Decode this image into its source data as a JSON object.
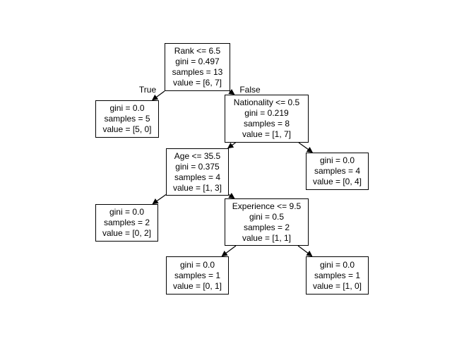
{
  "figure": {
    "background_color": "#ffffff",
    "node_fill_color": "#ffffff",
    "node_border_color": "#000000",
    "text_color": "#000000"
  },
  "edge_labels": {
    "true_branch": "True",
    "false_branch": "False"
  },
  "tree": {
    "nodes": [
      {
        "name": "root-rank",
        "lines": [
          "Rank <= 6.5",
          "gini = 0.497",
          "samples = 13",
          "value = [6, 7]"
        ]
      },
      {
        "name": "leaf-rank-true",
        "lines": [
          "gini = 0.0",
          "samples = 5",
          "value = [5, 0]"
        ]
      },
      {
        "name": "nationality",
        "lines": [
          "Nationality <= 0.5",
          "gini = 0.219",
          "samples = 8",
          "value = [1, 7]"
        ]
      },
      {
        "name": "age",
        "lines": [
          "Age <= 35.5",
          "gini = 0.375",
          "samples = 4",
          "value = [1, 3]"
        ]
      },
      {
        "name": "leaf-nationality-false",
        "lines": [
          "gini = 0.0",
          "samples = 4",
          "value = [0, 4]"
        ]
      },
      {
        "name": "leaf-age-true",
        "lines": [
          "gini = 0.0",
          "samples = 2",
          "value = [0, 2]"
        ]
      },
      {
        "name": "experience",
        "lines": [
          "Experience <= 9.5",
          "gini = 0.5",
          "samples = 2",
          "value = [1, 1]"
        ]
      },
      {
        "name": "leaf-exp-true",
        "lines": [
          "gini = 0.0",
          "samples = 1",
          "value = [0, 1]"
        ]
      },
      {
        "name": "leaf-exp-false",
        "lines": [
          "gini = 0.0",
          "samples = 1",
          "value = [1, 0]"
        ]
      }
    ]
  }
}
